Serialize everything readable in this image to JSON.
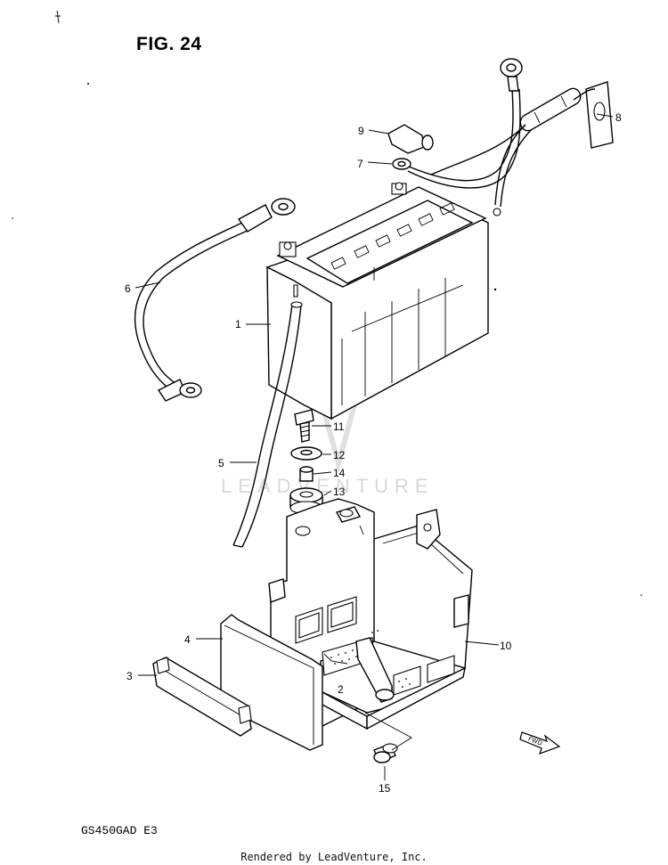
{
  "figure": {
    "title": "FIG. 24"
  },
  "watermark": {
    "text": "LEADVENTURE"
  },
  "model": {
    "code": "GS450GAD  E3"
  },
  "footer": {
    "text": "Rendered by LeadVenture, Inc."
  },
  "fwd_marker": {
    "text": "FWD"
  },
  "callouts": [
    "1",
    "2",
    "3",
    "4",
    "5",
    "6",
    "7",
    "8",
    "9",
    "10",
    "11",
    "12",
    "13",
    "14",
    "15"
  ]
}
